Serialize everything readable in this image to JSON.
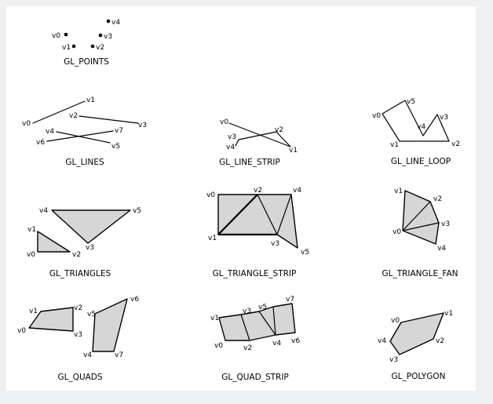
{
  "primitives": {
    "points": {
      "caption": "GL_POINTS",
      "labels": [
        "v0",
        "v1",
        "v2",
        "v3",
        "v4"
      ]
    },
    "lines": {
      "caption": "GL_LINES",
      "labels": [
        "v0",
        "v1",
        "v2",
        "v3",
        "v4",
        "v5",
        "v6",
        "v7"
      ]
    },
    "line_strip": {
      "caption": "GL_LINE_STRIP",
      "labels": [
        "v0",
        "v1",
        "v2",
        "v3",
        "v4"
      ]
    },
    "line_loop": {
      "caption": "GL_LINE_LOOP",
      "labels": [
        "v0",
        "v1",
        "v2",
        "v3",
        "v4",
        "v5"
      ]
    },
    "triangles": {
      "caption": "GL_TRIANGLES",
      "labels": [
        "v0",
        "v1",
        "v2",
        "v3",
        "v4",
        "v5"
      ]
    },
    "triangle_strip": {
      "caption": "GL_TRIANGLE_STRIP",
      "labels": [
        "v0",
        "v1",
        "v2",
        "v3",
        "v4",
        "v5"
      ]
    },
    "triangle_fan": {
      "caption": "GL_TRIANGLE_FAN",
      "labels": [
        "v0",
        "v1",
        "v2",
        "v3",
        "v4"
      ]
    },
    "quads": {
      "caption": "GL_QUADS",
      "labels": [
        "v0",
        "v1",
        "v2",
        "v3",
        "v4",
        "v5",
        "v6",
        "v7"
      ]
    },
    "quad_strip": {
      "caption": "GL_QUAD_STRIP",
      "labels": [
        "v0",
        "v1",
        "v2",
        "v3",
        "v4",
        "v5",
        "v6",
        "v7"
      ]
    },
    "polygon": {
      "caption": "GL_POLYGON",
      "labels": [
        "v0",
        "v1",
        "v2",
        "v3",
        "v4"
      ]
    }
  }
}
